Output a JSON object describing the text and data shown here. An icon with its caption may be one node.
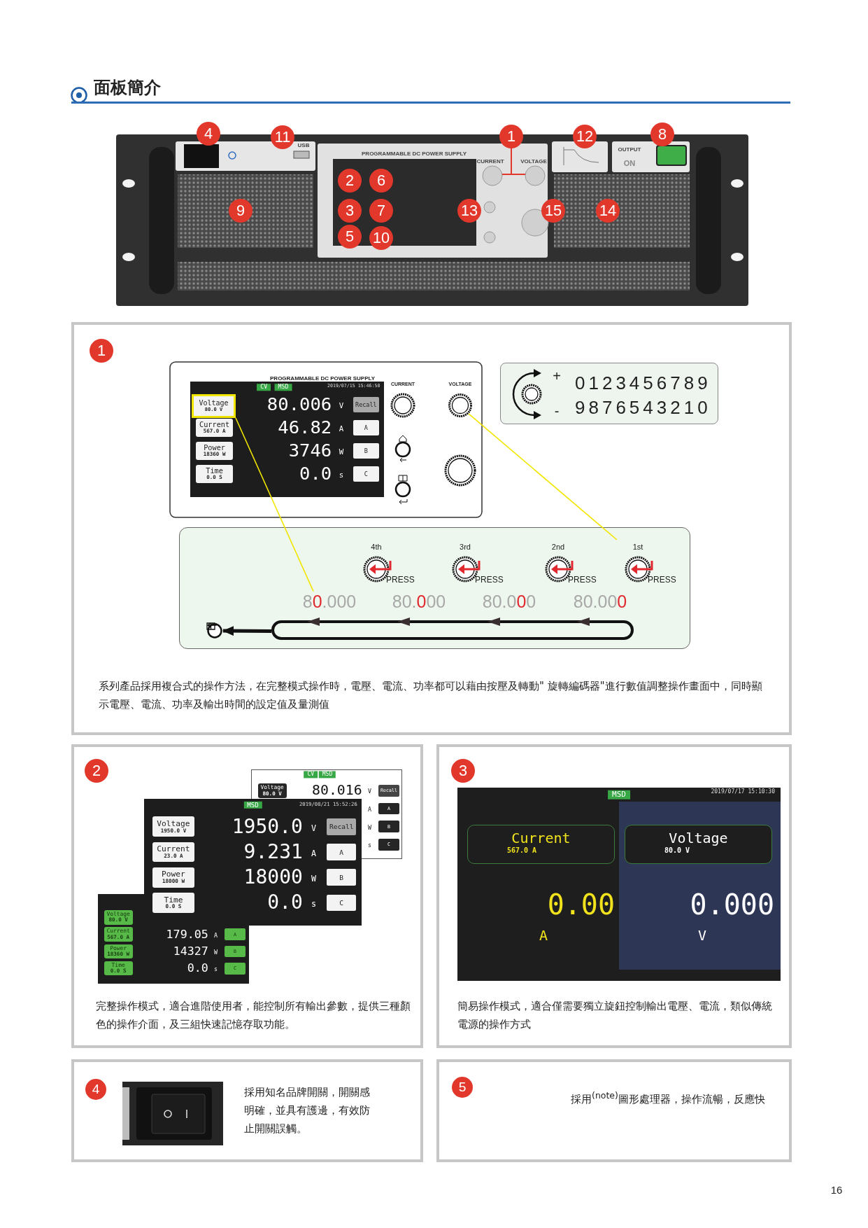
{
  "diagram": {
    "title": "面板簡介",
    "nodes": [
      {
        "text": [
          "1",
          "系列產品採用複合式的操作方法，在完整模式操作時，電壓、電流、功率都可以藉由按壓及轉動\" 旋轉編碼器\"進行數值調整操作畫面中，同時顯示電壓、電流、功率及輸出時間的設定值及量測值"
        ]
      },
      {
        "text": [
          "Voltage",
          "80.0 V"
        ],
        "in": 0
      },
      {
        "text": [],
        "shape": "circle",
        "in": 0
      },
      {
        "text": [
          "+",
          "0123456789",
          "-",
          "9876543210"
        ],
        "in": 0
      },
      {
        "text": [],
        "shape": "box",
        "in": 0
      },
      {
        "text": [
          "4th",
          "PRESS"
        ],
        "in": 4
      },
      {
        "text": [
          "3rd",
          "PRESS"
        ],
        "in": 4
      },
      {
        "text": [
          "2nd",
          "PRESS"
        ],
        "in": 4
      },
      {
        "text": [
          "1st",
          "PRESS"
        ],
        "in": 4
      },
      {
        "text": [
          "80.000"
        ],
        "in": 4
      },
      {
        "text": [
          "80.000"
        ],
        "in": 4
      },
      {
        "text": [
          "80.000"
        ],
        "in": 4
      },
      {
        "text": [
          "80.000"
        ],
        "in": 4
      },
      {
        "text": [],
        "shape": "bar",
        "in": 4
      },
      {
        "text": [],
        "shape": "circle",
        "in": 4
      },
      {
        "text": [
          "2",
          "完整操作模式，適合進階使用者，能控制所有輸出參數，提供三種顏色的操作介面，及三組快速記憶存取功能。"
        ]
      },
      {
        "text": [
          "3",
          "簡易操作模式，適合僅需要獨立旋鈕控制輸出電壓、電流，類似傳統電源的操作方式"
        ]
      },
      {
        "text": [
          "4",
          "採用知名品牌開關，開關感明確，並具有護邊，有效防止開關誤觸。"
        ]
      },
      {
        "text": [
          "5",
          "採用$^{(note)}$圖形處理器，操作流暢，反應快"
        ]
      }
    ],
    "edges": [
      {
        "from": 1,
        "to": 9,
        "arrow": "none",
        "color": "#f2e600"
      },
      {
        "from": 2,
        "to": 8,
        "arrow": "none",
        "color": "#f2e600"
      },
      {
        "from": 13,
        "to": 14,
        "arrow": "to",
        "style": "thick",
        "color": "#111111"
      }
    ],
    "labels": [
      "4",
      "11",
      "1",
      "12",
      "8",
      "USB",
      "OUTPUT",
      "PROGRAMMABLE DC POWER SUPPLY",
      "CURRENT",
      "VOLTAGE",
      "ON",
      "2",
      "6",
      "9",
      "3",
      "7",
      "13",
      "15",
      "14",
      "5",
      "10",
      "PROGRAMMABLE DC POWER SUPPLY",
      "CURRENT",
      "VOLTAGE",
      "CV",
      "MSD",
      "2019/07/15 15:46:50",
      "80.006",
      "V",
      "Recall",
      "Current",
      "567.0 A",
      "46.82",
      "A",
      "A",
      "Power",
      "18360 W",
      "3746",
      "W",
      "B",
      "Time",
      "0.0 S",
      "0.0",
      "s",
      "C",
      "CV",
      "MSD",
      "Voltage",
      "80.0 V",
      "80.016",
      "V",
      "Recall",
      "A",
      "A",
      "W",
      "B",
      "s",
      "C",
      "MSD",
      "2019/08/21 15:52:26",
      "Voltage",
      "1950.0 V",
      "1950.0",
      "V",
      "Recall",
      "Current",
      "23.0 A",
      "9.231",
      "A",
      "A",
      "Power",
      "18000 W",
      "18000",
      "W",
      "B",
      "Time",
      "0.0 S",
      "0.0",
      "s",
      "C",
      "Voltage",
      "80.0 V",
      "Current",
      "567.0 A",
      "179.05",
      "A",
      "A",
      "Power",
      "18360 W",
      "14327",
      "W",
      "B",
      "Time",
      "0.0 S",
      "0.0",
      "s",
      "C",
      "MSD",
      "2019/07/17 15:10:30",
      "Current",
      "567.0 A",
      "Voltage",
      "80.0 V",
      "0.00",
      "A",
      "0.000",
      "V",
      "16"
    ]
  }
}
